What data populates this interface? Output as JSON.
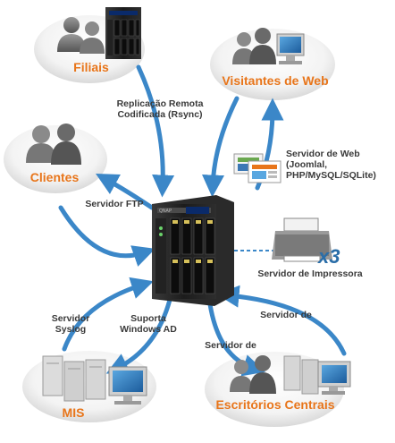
{
  "nodes": {
    "filiais": "Filiais",
    "visitantes": "Visitantes de Web",
    "clientes": "Clientes",
    "mis": "MIS",
    "escritorios": "Escritórios Centrais"
  },
  "labels": {
    "replicacao_1": "Replicação Remota",
    "replicacao_2": "Codificada (Rsync)",
    "web_1": "Servidor de Web",
    "web_2": "(Joomlal,",
    "web_3": "PHP/MySQL/SQLite)",
    "ftp": "Servidor FTP",
    "impressora": "Servidor de Impressora",
    "printer_count": "x3",
    "syslog_1": "Servidor",
    "syslog_2": "Syslog",
    "ad_1": "Suporta",
    "ad_2": "Windows AD",
    "servidor_de_a": "Servidor de",
    "servidor_de_b": "Servidor de"
  },
  "colors": {
    "node_title": "#e8751a",
    "arrow": "#3b87c8",
    "label_text": "#3a3a3a"
  }
}
